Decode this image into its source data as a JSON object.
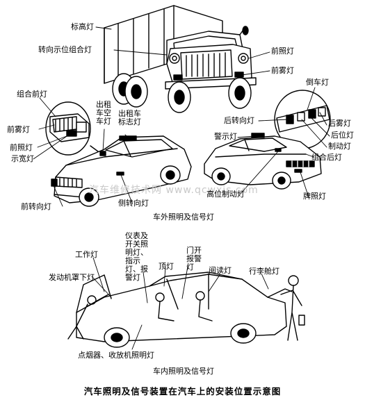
{
  "title": "汽车照明及信号装置在汽车上的安装位置示意图",
  "watermark": "汽车维修技术网 www.qcwxjs.com",
  "exterior": {
    "caption": "车外照明及信号灯",
    "truck": {
      "marker_lamp": "标高灯",
      "turn_position_combo": "转向示位组合灯",
      "headlamp": "前照灯",
      "front_fog": "前雾灯"
    },
    "front_cluster": {
      "combo_front": "组合前灯",
      "front_fog": "前雾灯",
      "headlamp": "前照灯",
      "width_lamp": "示宽灯"
    },
    "taxi": {
      "vacant_lamp": "出租车空车灯",
      "taxi_sign": "出租车标志灯",
      "front_turn": "前转向灯",
      "side_turn": "侧转向灯"
    },
    "rear_cluster": {
      "reverse": "倒车灯",
      "rear_turn": "后转向灯",
      "rear_fog": "后雾灯",
      "position": "后位灯",
      "brake": "制动灯",
      "combo_rear": "组合后灯"
    },
    "police": {
      "warning": "警示灯",
      "high_brake": "高位制动灯",
      "plate": "牌照灯"
    }
  },
  "interior": {
    "caption": "车内照明及信号灯",
    "work_lamp": "工作灯",
    "hood_lamp": "发动机罩下灯",
    "instrument": "仪表及开关照明灯、指示灯、报警灯",
    "dome": "顶灯",
    "door_open": "门开报警灯",
    "reading": "阅读灯",
    "trunk": "行李舱灯",
    "lighter": "点烟器、收放机照明灯"
  }
}
